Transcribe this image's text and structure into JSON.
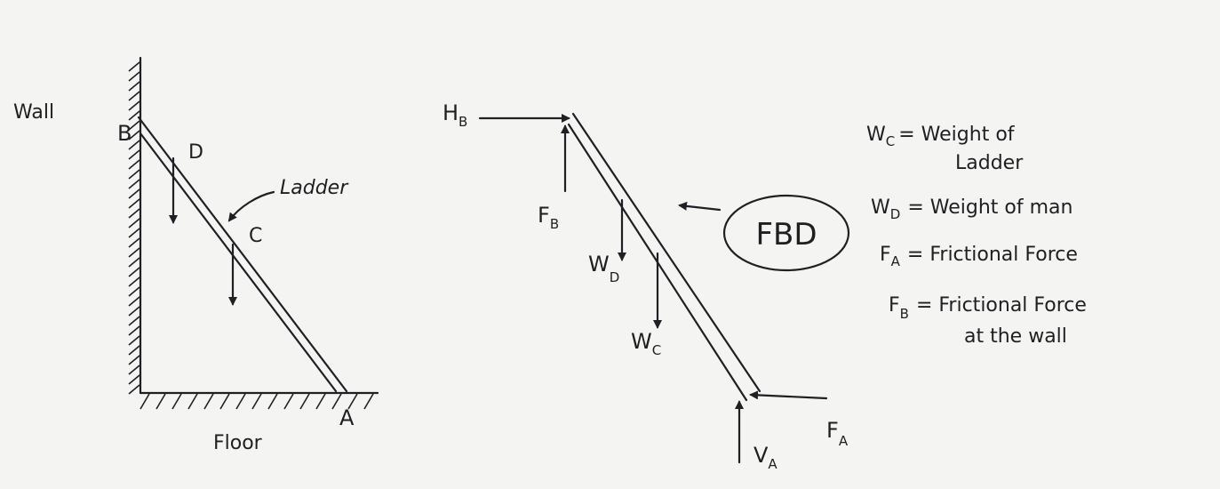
{
  "left_diagram": {
    "wall_label": "Wall",
    "floor_label": "Floor",
    "point_b": "B",
    "point_a": "A",
    "point_d": "D",
    "point_c": "C",
    "ladder_label": "Ladder"
  },
  "fbd_diagram": {
    "title": "FBD",
    "h_b": {
      "main": "H",
      "sub": "B"
    },
    "f_b": {
      "main": "F",
      "sub": "B"
    },
    "w_d": {
      "main": "W",
      "sub": "D"
    },
    "w_c": {
      "main": "W",
      "sub": "C"
    },
    "f_a": {
      "main": "F",
      "sub": "A"
    },
    "v_a": {
      "main": "V",
      "sub": "A"
    }
  },
  "legend": [
    {
      "symbol": "W",
      "sub": "C",
      "text": "= Weight of",
      "text2": "Ladder"
    },
    {
      "symbol": "W",
      "sub": "D",
      "text": "= Weight of man"
    },
    {
      "symbol": "F",
      "sub": "A",
      "text": "= Frictional Force"
    },
    {
      "symbol": "F",
      "sub": "B",
      "text": "= Frictional Force",
      "text2": "at the wall"
    }
  ]
}
